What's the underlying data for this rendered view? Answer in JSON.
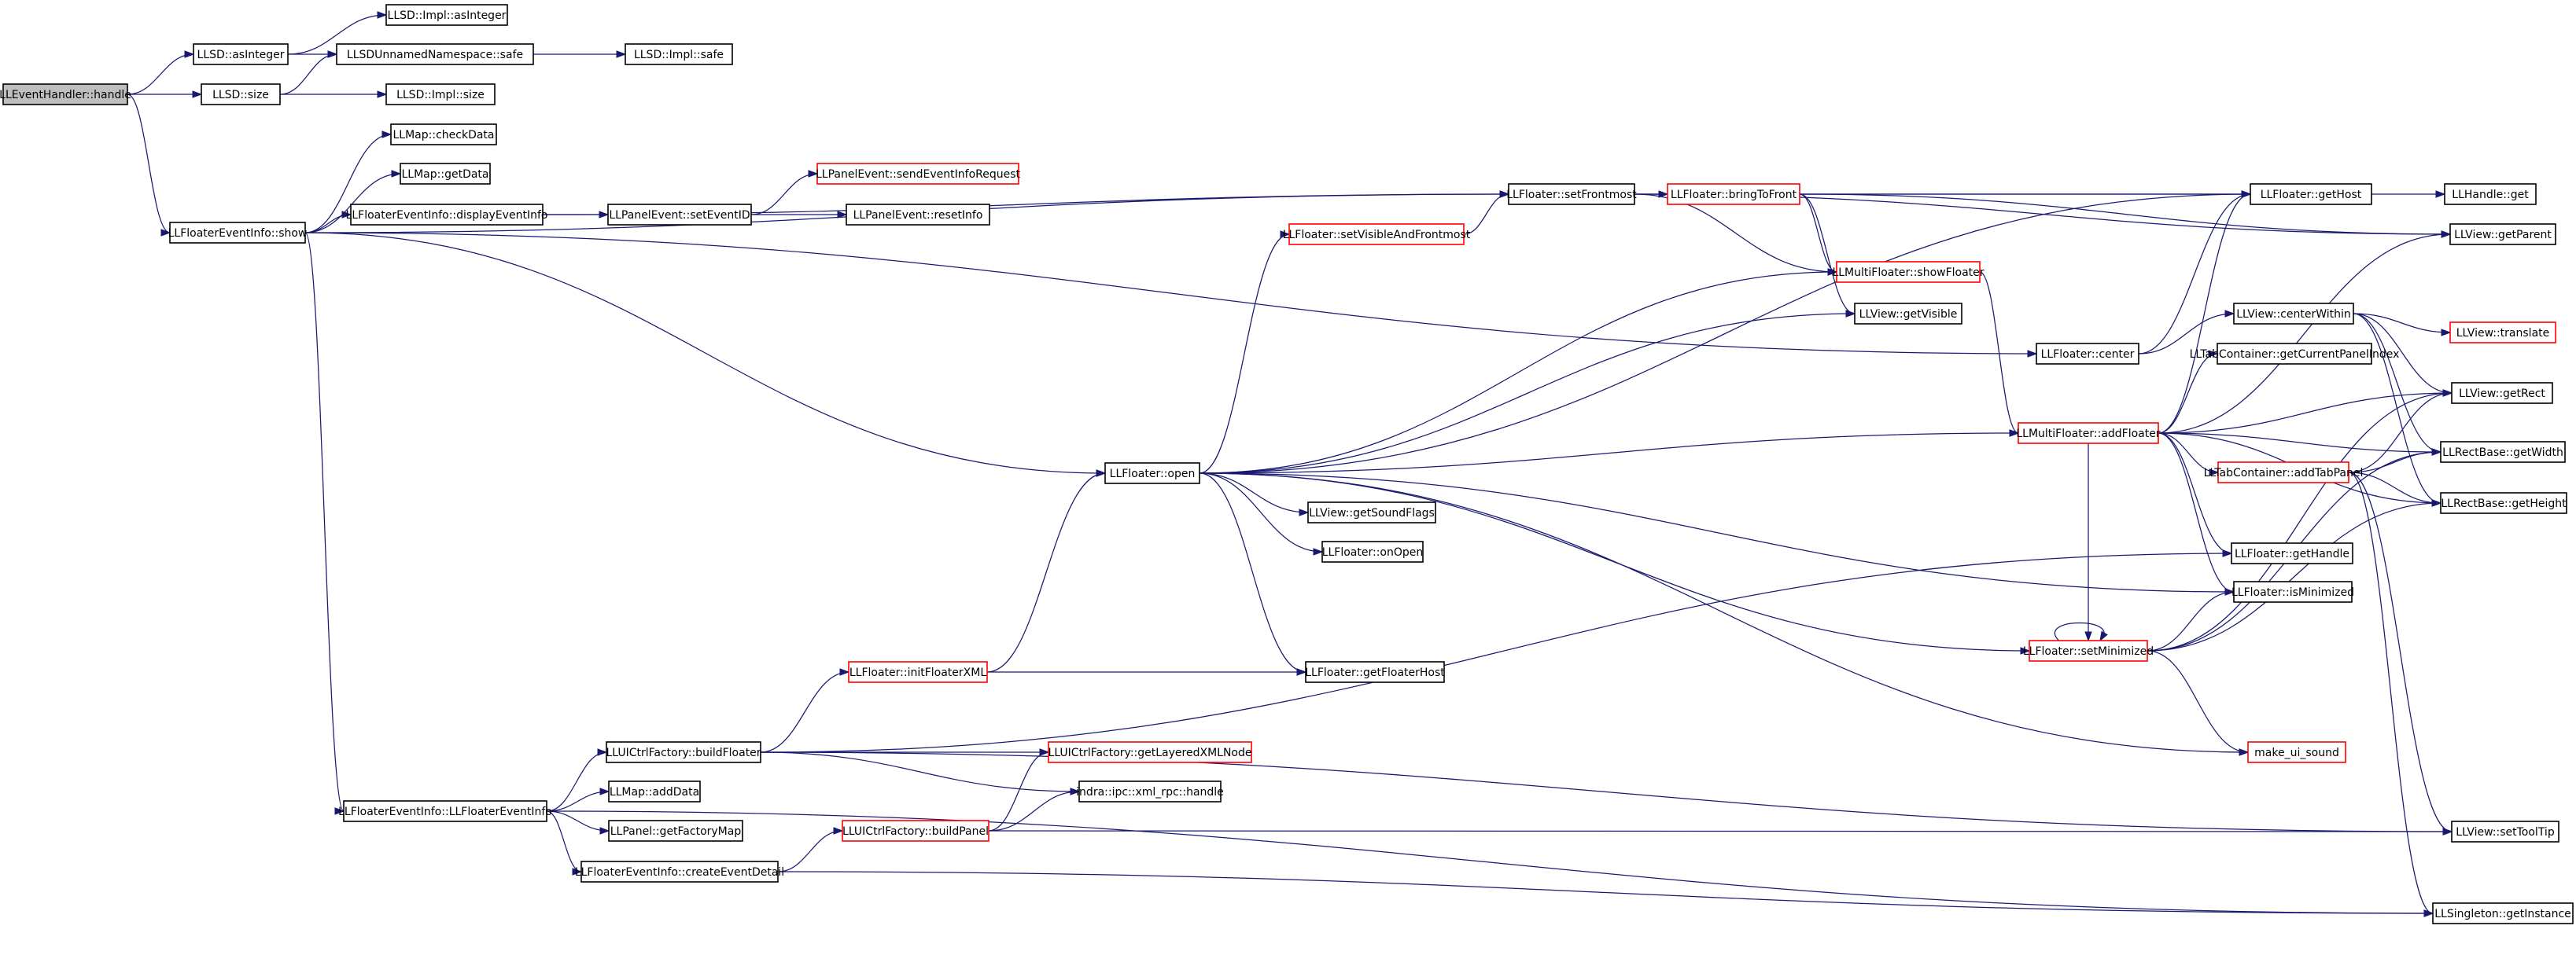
{
  "colors": {
    "edge": "#191970",
    "node_border": "#000000",
    "node_border_highlight": "#ff0000",
    "root_fill": "#bfbfbf",
    "node_fill": "#ffffff"
  },
  "nodes": [
    {
      "id": "n_handle",
      "label": "LLEventHandler::handle",
      "style": "root"
    },
    {
      "id": "n_asInteger",
      "label": "LLSD::asInteger",
      "style": "normal"
    },
    {
      "id": "n_implAsInteger",
      "label": "LLSD::Impl::asInteger",
      "style": "normal"
    },
    {
      "id": "n_unnamedSafe",
      "label": "LLSDUnnamedNamespace::safe",
      "style": "normal"
    },
    {
      "id": "n_implSafe",
      "label": "LLSD::Impl::safe",
      "style": "normal"
    },
    {
      "id": "n_size",
      "label": "LLSD::size",
      "style": "normal"
    },
    {
      "id": "n_implSize",
      "label": "LLSD::Impl::size",
      "style": "normal"
    },
    {
      "id": "n_checkData",
      "label": "LLMap::checkData",
      "style": "normal"
    },
    {
      "id": "n_getData",
      "label": "LLMap::getData",
      "style": "normal"
    },
    {
      "id": "n_show",
      "label": "LLFloaterEventInfo::show",
      "style": "normal"
    },
    {
      "id": "n_displayEventInfo",
      "label": "LLFloaterEventInfo::displayEventInfo",
      "style": "normal"
    },
    {
      "id": "n_setEventID",
      "label": "LLPanelEvent::setEventID",
      "style": "normal"
    },
    {
      "id": "n_sendEventInfoRequest",
      "label": "LLPanelEvent::sendEventInfoRequest",
      "style": "highlight"
    },
    {
      "id": "n_resetInfo",
      "label": "LLPanelEvent::resetInfo",
      "style": "normal"
    },
    {
      "id": "n_setFrontmost",
      "label": "LLFloater::setFrontmost",
      "style": "normal"
    },
    {
      "id": "n_bringToFront",
      "label": "LLFloater::bringToFront",
      "style": "highlight"
    },
    {
      "id": "n_getHost",
      "label": "LLFloater::getHost",
      "style": "normal"
    },
    {
      "id": "n_handleGet",
      "label": "LLHandle::get",
      "style": "normal"
    },
    {
      "id": "n_getParent",
      "label": "LLView::getParent",
      "style": "normal"
    },
    {
      "id": "n_setVisibleAndFrontmost",
      "label": "LLFloater::setVisibleAndFrontmost",
      "style": "highlight"
    },
    {
      "id": "n_showFloater",
      "label": "LLMultiFloater::showFloater",
      "style": "highlight"
    },
    {
      "id": "n_getVisible",
      "label": "LLView::getVisible",
      "style": "normal"
    },
    {
      "id": "n_center",
      "label": "LLFloater::center",
      "style": "normal"
    },
    {
      "id": "n_centerWithin",
      "label": "LLView::centerWithin",
      "style": "normal"
    },
    {
      "id": "n_translate",
      "label": "LLView::translate",
      "style": "highlight"
    },
    {
      "id": "n_getCurrentPanelIndex",
      "label": "LLTabContainer::getCurrentPanelIndex",
      "style": "normal"
    },
    {
      "id": "n_getRect",
      "label": "LLView::getRect",
      "style": "normal"
    },
    {
      "id": "n_open",
      "label": "LLFloater::open",
      "style": "normal"
    },
    {
      "id": "n_addFloater",
      "label": "LLMultiFloater::addFloater",
      "style": "highlight"
    },
    {
      "id": "n_getWidth",
      "label": "LLRectBase::getWidth",
      "style": "normal"
    },
    {
      "id": "n_addTabPanel",
      "label": "LLTabContainer::addTabPanel",
      "style": "highlight"
    },
    {
      "id": "n_getHeight",
      "label": "LLRectBase::getHeight",
      "style": "normal"
    },
    {
      "id": "n_getSoundFlags",
      "label": "LLView::getSoundFlags",
      "style": "normal"
    },
    {
      "id": "n_onOpen",
      "label": "LLFloater::onOpen",
      "style": "normal"
    },
    {
      "id": "n_getHandle",
      "label": "LLFloater::getHandle",
      "style": "normal"
    },
    {
      "id": "n_isMinimized",
      "label": "LLFloater::isMinimized",
      "style": "normal"
    },
    {
      "id": "n_setMinimized",
      "label": "LLFloater::setMinimized",
      "style": "highlight"
    },
    {
      "id": "n_initFloaterXML",
      "label": "LLFloater::initFloaterXML",
      "style": "highlight"
    },
    {
      "id": "n_getFloaterHost",
      "label": "LLFloater::getFloaterHost",
      "style": "normal"
    },
    {
      "id": "n_makeUiSound",
      "label": "make_ui_sound",
      "style": "highlight"
    },
    {
      "id": "n_buildFloater",
      "label": "LLUICtrlFactory::buildFloater",
      "style": "normal"
    },
    {
      "id": "n_getLayeredXMLNode",
      "label": "LLUICtrlFactory::getLayeredXMLNode",
      "style": "highlight"
    },
    {
      "id": "n_xmlRpcHandle",
      "label": "indra::ipc::xml_rpc::handle",
      "style": "normal"
    },
    {
      "id": "n_ctor",
      "label": "LLFloaterEventInfo::LLFloaterEventInfo",
      "style": "normal"
    },
    {
      "id": "n_addData",
      "label": "LLMap::addData",
      "style": "normal"
    },
    {
      "id": "n_getFactoryMap",
      "label": "LLPanel::getFactoryMap",
      "style": "normal"
    },
    {
      "id": "n_buildPanel",
      "label": "LLUICtrlFactory::buildPanel",
      "style": "highlight"
    },
    {
      "id": "n_setToolTip",
      "label": "LLView::setToolTip",
      "style": "normal"
    },
    {
      "id": "n_createEventDetail",
      "label": "LLFloaterEventInfo::createEventDetail",
      "style": "normal"
    },
    {
      "id": "n_getInstance",
      "label": "LLSingleton::getInstance",
      "style": "normal"
    }
  ],
  "edges": [
    [
      "n_handle",
      "n_asInteger"
    ],
    [
      "n_handle",
      "n_size"
    ],
    [
      "n_handle",
      "n_show"
    ],
    [
      "n_asInteger",
      "n_implAsInteger"
    ],
    [
      "n_asInteger",
      "n_unnamedSafe"
    ],
    [
      "n_size",
      "n_unnamedSafe"
    ],
    [
      "n_size",
      "n_implSize"
    ],
    [
      "n_unnamedSafe",
      "n_implSafe"
    ],
    [
      "n_show",
      "n_checkData"
    ],
    [
      "n_show",
      "n_getData"
    ],
    [
      "n_show",
      "n_displayEventInfo"
    ],
    [
      "n_show",
      "n_setFrontmost"
    ],
    [
      "n_show",
      "n_center"
    ],
    [
      "n_show",
      "n_open"
    ],
    [
      "n_show",
      "n_ctor"
    ],
    [
      "n_displayEventInfo",
      "n_setEventID"
    ],
    [
      "n_displayEventInfo",
      "n_setFrontmost"
    ],
    [
      "n_setEventID",
      "n_sendEventInfoRequest"
    ],
    [
      "n_setEventID",
      "n_resetInfo"
    ],
    [
      "n_setFrontmost",
      "n_bringToFront"
    ],
    [
      "n_setFrontmost",
      "n_getHost"
    ],
    [
      "n_setFrontmost",
      "n_getParent"
    ],
    [
      "n_setFrontmost",
      "n_showFloater"
    ],
    [
      "n_bringToFront",
      "n_getHost"
    ],
    [
      "n_bringToFront",
      "n_getParent"
    ],
    [
      "n_bringToFront",
      "n_showFloater"
    ],
    [
      "n_bringToFront",
      "n_getVisible"
    ],
    [
      "n_getHost",
      "n_handleGet"
    ],
    [
      "n_setVisibleAndFrontmost",
      "n_setFrontmost"
    ],
    [
      "n_showFloater",
      "n_addFloater"
    ],
    [
      "n_center",
      "n_getHost"
    ],
    [
      "n_center",
      "n_centerWithin"
    ],
    [
      "n_centerWithin",
      "n_translate"
    ],
    [
      "n_centerWithin",
      "n_getRect"
    ],
    [
      "n_centerWithin",
      "n_getWidth"
    ],
    [
      "n_centerWithin",
      "n_getHeight"
    ],
    [
      "n_open",
      "n_setVisibleAndFrontmost"
    ],
    [
      "n_open",
      "n_showFloater"
    ],
    [
      "n_open",
      "n_getVisible"
    ],
    [
      "n_open",
      "n_getHost"
    ],
    [
      "n_open",
      "n_addFloater"
    ],
    [
      "n_open",
      "n_getSoundFlags"
    ],
    [
      "n_open",
      "n_onOpen"
    ],
    [
      "n_open",
      "n_isMinimized"
    ],
    [
      "n_open",
      "n_setMinimized"
    ],
    [
      "n_open",
      "n_getFloaterHost"
    ],
    [
      "n_open",
      "n_makeUiSound"
    ],
    [
      "n_addFloater",
      "n_getHost"
    ],
    [
      "n_addFloater",
      "n_getParent"
    ],
    [
      "n_addFloater",
      "n_getCurrentPanelIndex"
    ],
    [
      "n_addFloater",
      "n_getRect"
    ],
    [
      "n_addFloater",
      "n_getWidth"
    ],
    [
      "n_addFloater",
      "n_getHeight"
    ],
    [
      "n_addFloater",
      "n_addTabPanel"
    ],
    [
      "n_addFloater",
      "n_getHandle"
    ],
    [
      "n_addFloater",
      "n_isMinimized"
    ],
    [
      "n_addFloater",
      "n_setMinimized"
    ],
    [
      "n_addTabPanel",
      "n_getRect"
    ],
    [
      "n_addTabPanel",
      "n_getWidth"
    ],
    [
      "n_addTabPanel",
      "n_getHeight"
    ],
    [
      "n_addTabPanel",
      "n_setToolTip"
    ],
    [
      "n_addTabPanel",
      "n_getInstance"
    ],
    [
      "n_setMinimized",
      "n_setMinimized"
    ],
    [
      "n_setMinimized",
      "n_isMinimized"
    ],
    [
      "n_setMinimized",
      "n_getRect"
    ],
    [
      "n_setMinimized",
      "n_getWidth"
    ],
    [
      "n_setMinimized",
      "n_getHeight"
    ],
    [
      "n_setMinimized",
      "n_makeUiSound"
    ],
    [
      "n_initFloaterXML",
      "n_open"
    ],
    [
      "n_initFloaterXML",
      "n_getFloaterHost"
    ],
    [
      "n_buildFloater",
      "n_initFloaterXML"
    ],
    [
      "n_buildFloater",
      "n_getLayeredXMLNode"
    ],
    [
      "n_buildFloater",
      "n_xmlRpcHandle"
    ],
    [
      "n_buildFloater",
      "n_getHandle"
    ],
    [
      "n_buildFloater",
      "n_setToolTip"
    ],
    [
      "n_ctor",
      "n_buildFloater"
    ],
    [
      "n_ctor",
      "n_addData"
    ],
    [
      "n_ctor",
      "n_getFactoryMap"
    ],
    [
      "n_ctor",
      "n_createEventDetail"
    ],
    [
      "n_ctor",
      "n_getInstance"
    ],
    [
      "n_createEventDetail",
      "n_buildPanel"
    ],
    [
      "n_createEventDetail",
      "n_getInstance"
    ],
    [
      "n_buildPanel",
      "n_getLayeredXMLNode"
    ],
    [
      "n_buildPanel",
      "n_xmlRpcHandle"
    ],
    [
      "n_buildPanel",
      "n_setToolTip"
    ]
  ]
}
